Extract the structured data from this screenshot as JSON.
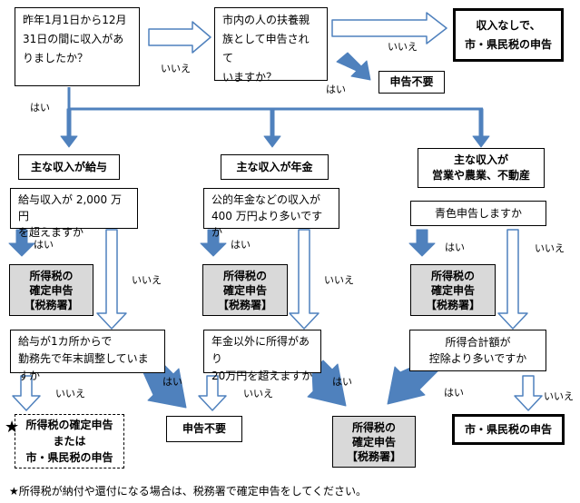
{
  "q_start": [
    "昨年1月1日から12月",
    "31日の間に収入があ",
    "りましたか？"
  ],
  "q_dependent": [
    "市内の人の扶養親",
    "族として申告されて",
    "いますか？"
  ],
  "r_no_income": [
    "収入なしで、",
    "市・県民税の申告"
  ],
  "r_no_filing_top": "申告不要",
  "cat_salary": "主な収入が給与",
  "cat_pension": "主な収入が年金",
  "cat_business": [
    "主な収入が",
    "営業や農業、不動産"
  ],
  "q_salary_2000": [
    "給与収入が 2,000 万円",
    "を超えますか"
  ],
  "q_pension_400": [
    "公的年金などの収入が",
    "400 万円より多いですか"
  ],
  "q_blue_return": "青色申告しますか",
  "r_income_tax_box": [
    "所得税の",
    "確定申告",
    "【税務署】"
  ],
  "q_salary_single": [
    "給与が1カ所からで",
    "勤務先で年末調整していますか"
  ],
  "q_pension_other": [
    "年金以外に所得があり",
    "20万円を超えますか"
  ],
  "q_income_deduction": [
    "所得合計額が",
    "控除より多いですか"
  ],
  "r_income_or_resident": [
    "所得税の確定申告",
    "または",
    "市・県民税の申告"
  ],
  "r_no_filing_bottom": "申告不要",
  "r_resident_tax": "市・県民税の申告",
  "label_yes": "はい",
  "label_no": "いいえ",
  "star_symbol": "★",
  "footnote": "★所得税が納付や還付になる場合は、税務署で確定申告をしてください。",
  "colors": {
    "arrow_fill": "#4f81bd",
    "arrow_outline": "#4f81bd",
    "gray_box": "#d9d9d9"
  }
}
